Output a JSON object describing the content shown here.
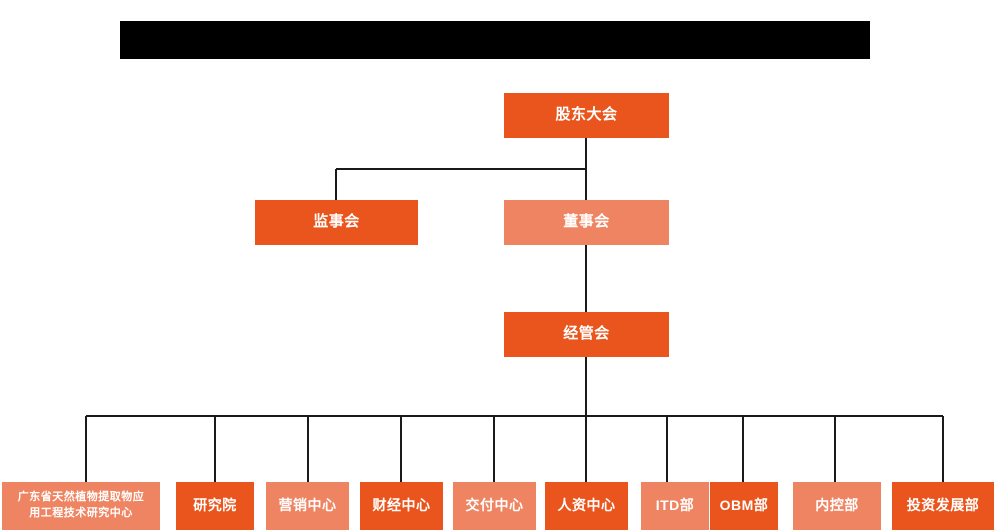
{
  "title_banner": {
    "name": "redacted-title-banner",
    "text": "",
    "color": "#000000"
  },
  "colors": {
    "dark_orange": "#E9551C",
    "light_orange": "#EE8461",
    "connector": "#1A1A1A",
    "background": "#FFFFFF",
    "node_text": "#FFFFFF"
  },
  "chart_data": {
    "type": "org-chart",
    "title": "",
    "orientation": "top-down",
    "levels": [
      {
        "level": 1,
        "nodes": [
          {
            "id": "shareholders",
            "label": "股东大会",
            "style": "dark"
          }
        ]
      },
      {
        "level": 2,
        "nodes": [
          {
            "id": "supervisors",
            "label": "监事会",
            "style": "dark"
          },
          {
            "id": "directors",
            "label": "董事会",
            "style": "light"
          }
        ]
      },
      {
        "level": 3,
        "nodes": [
          {
            "id": "management",
            "label": "经管会",
            "style": "dark"
          }
        ]
      },
      {
        "level": 4,
        "nodes": [
          {
            "id": "gd-research-center",
            "label": "广东省天然植物提取物应用工程技术研究中心",
            "label_line1": "广东省天然植物提取物应",
            "label_line2": "用工程技术研究中心",
            "style": "light"
          },
          {
            "id": "research-institute",
            "label": "研究院",
            "style": "dark"
          },
          {
            "id": "marketing-center",
            "label": "营销中心",
            "style": "light"
          },
          {
            "id": "finance-center",
            "label": "财经中心",
            "style": "dark"
          },
          {
            "id": "delivery-center",
            "label": "交付中心",
            "style": "light"
          },
          {
            "id": "hr-center",
            "label": "人资中心",
            "style": "dark"
          },
          {
            "id": "itd-dept",
            "label": "ITD部",
            "style": "light"
          },
          {
            "id": "obm-dept",
            "label": "OBM部",
            "style": "dark"
          },
          {
            "id": "internal-control-dept",
            "label": "内控部",
            "style": "light"
          },
          {
            "id": "investment-dev-dept",
            "label": "投资发展部",
            "style": "dark"
          }
        ]
      }
    ],
    "edges": [
      {
        "from": "shareholders",
        "to": "supervisors"
      },
      {
        "from": "shareholders",
        "to": "directors"
      },
      {
        "from": "directors",
        "to": "management"
      },
      {
        "from": "management",
        "to": "gd-research-center"
      },
      {
        "from": "management",
        "to": "research-institute"
      },
      {
        "from": "management",
        "to": "marketing-center"
      },
      {
        "from": "management",
        "to": "finance-center"
      },
      {
        "from": "management",
        "to": "delivery-center"
      },
      {
        "from": "management",
        "to": "hr-center"
      },
      {
        "from": "management",
        "to": "itd-dept"
      },
      {
        "from": "management",
        "to": "obm-dept"
      },
      {
        "from": "management",
        "to": "internal-control-dept"
      },
      {
        "from": "management",
        "to": "investment-dev-dept"
      }
    ]
  }
}
